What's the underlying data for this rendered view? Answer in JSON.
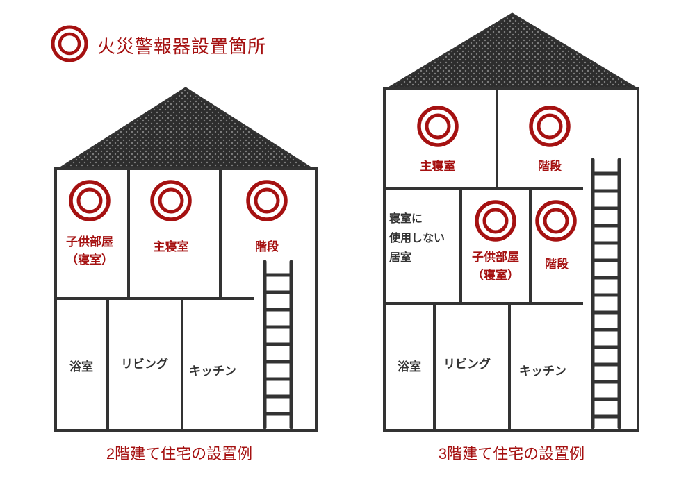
{
  "colors": {
    "accent": "#a51111",
    "line": "#333333",
    "roof": "#2d2d2d",
    "roofdot": "#7e7e7e"
  },
  "legend": {
    "label": "火災警報器設置箇所"
  },
  "house2": {
    "caption": "2階建て住宅の設置例",
    "rooms": {
      "kids": "子供部屋\n（寝室）",
      "master": "主寝室",
      "stairs": "階段",
      "bath": "浴室",
      "living": "リビング",
      "kitchen": "キッチン"
    }
  },
  "house3": {
    "caption": "3階建て住宅の設置例",
    "rooms": {
      "master": "主寝室",
      "stairs_top": "階段",
      "non_bedroom": "寝室に\n使用しない\n居室",
      "kids": "子供部屋\n（寝室）",
      "stairs_mid": "階段",
      "bath": "浴室",
      "living": "リビング",
      "kitchen": "キッチン"
    }
  }
}
